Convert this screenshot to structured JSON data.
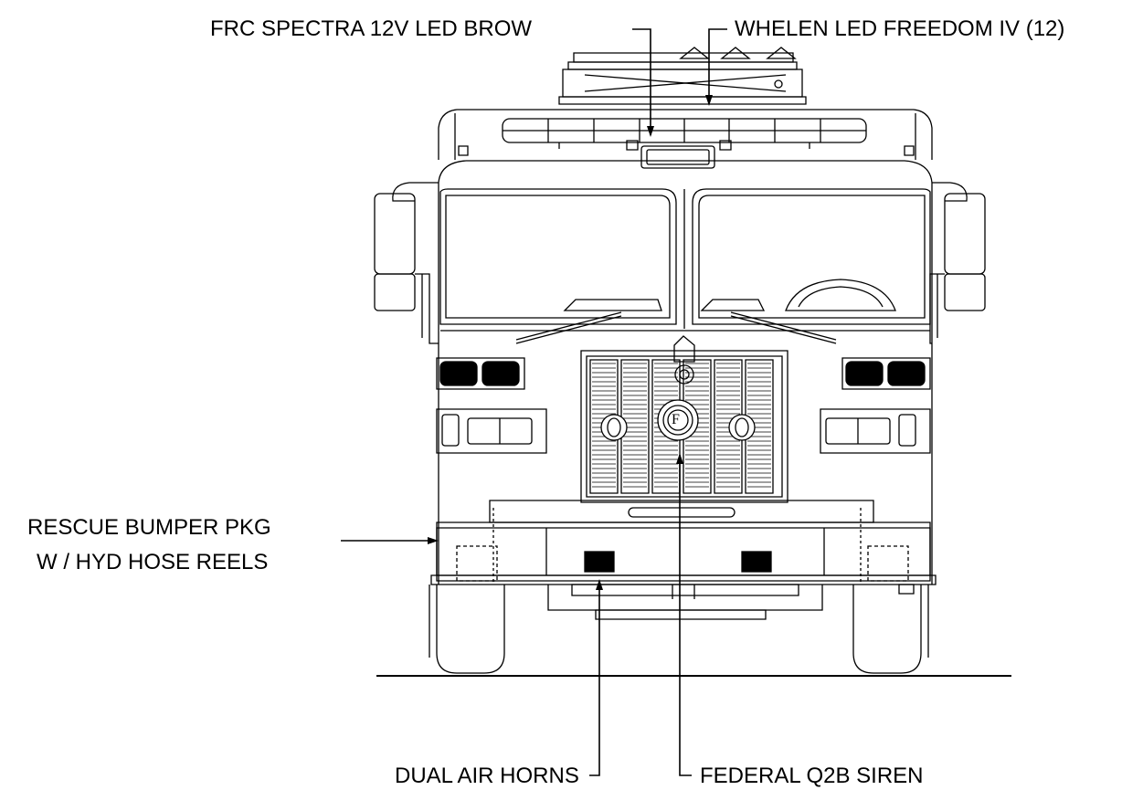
{
  "labels": {
    "brow": "FRC SPECTRA 12V LED BROW",
    "freedom": "WHELEN LED FREEDOM IV (12)",
    "bumper_line1": "RESCUE BUMPER PKG",
    "bumper_line2": "W / HYD HOSE REELS",
    "horns": "DUAL AIR HORNS",
    "siren": "FEDERAL Q2B SIREN"
  },
  "grille_badge": "F",
  "colors": {
    "ink": "#000000",
    "paper": "#ffffff"
  }
}
